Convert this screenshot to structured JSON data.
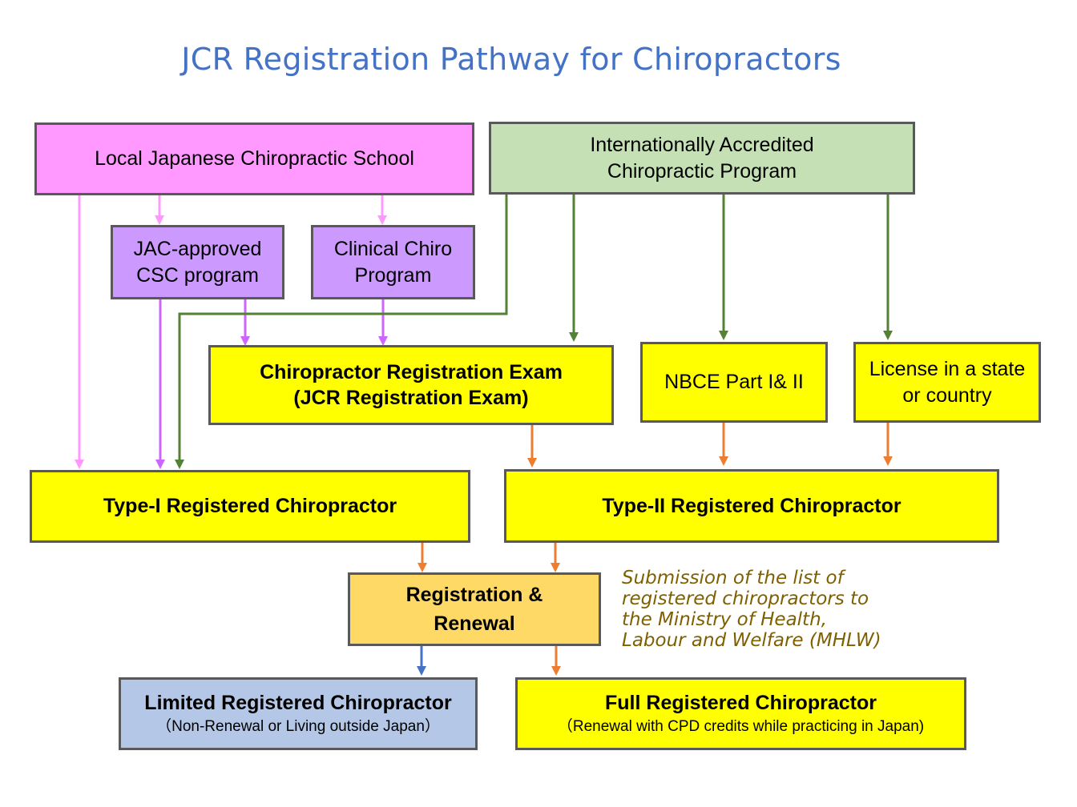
{
  "title": "JCR Registration Pathway for Chiropractors",
  "colors": {
    "title": "#4472C4",
    "pink_box": "#FF99FF",
    "purple_box": "#CC99FF",
    "green_box": "#C5E0B4",
    "yellow_box": "#FFFF00",
    "gold_box": "#FFD966",
    "blue_box": "#B4C7E7",
    "border": "#595959",
    "pink_arrow": "#FF99FF",
    "purple_arrow": "#CC66FF",
    "green_arrow": "#548235",
    "orange_arrow": "#ED7D31",
    "blue_arrow": "#4472C4",
    "note": "#7F6000"
  },
  "nodes": {
    "local_school": "Local Japanese Chiropractic School",
    "intl_program": "Internationally Accredited\nChiropractic Program",
    "jac_csc": "JAC-approved\nCSC program",
    "clinical_chiro": "Clinical Chiro\nProgram",
    "registration_exam": "Chiropractor Registration Exam\n(JCR Registration Exam)",
    "nbce": "NBCE Part I& II",
    "license": "License in a state\nor country",
    "type1": "Type-I Registered Chiropractor",
    "type2": "Type-II Registered Chiropractor",
    "registration_renewal": "Registration &\nRenewal",
    "limited": {
      "title": "Limited Registered Chiropractor",
      "subtitle": "（Non-Renewal or Living outside Japan）"
    },
    "full": {
      "title": "Full Registered Chiropractor",
      "subtitle": "（Renewal with CPD credits while practicing in Japan)"
    }
  },
  "note": "Submission of the list of\nregistered chiropractors to\nthe Ministry of Health,\nLabour and Welfare (MHLW)",
  "edges": [
    {
      "from": "local_school",
      "to": "type1",
      "color": "pink"
    },
    {
      "from": "local_school",
      "to": "jac_csc",
      "color": "pink"
    },
    {
      "from": "local_school",
      "to": "clinical_chiro",
      "color": "pink"
    },
    {
      "from": "jac_csc",
      "to": "type1",
      "color": "purple"
    },
    {
      "from": "jac_csc",
      "to": "registration_exam",
      "color": "purple"
    },
    {
      "from": "clinical_chiro",
      "to": "registration_exam",
      "color": "purple"
    },
    {
      "from": "intl_program",
      "to": "type1",
      "color": "green"
    },
    {
      "from": "intl_program",
      "to": "registration_exam",
      "color": "green"
    },
    {
      "from": "intl_program",
      "to": "nbce",
      "color": "green"
    },
    {
      "from": "intl_program",
      "to": "license",
      "color": "green"
    },
    {
      "from": "registration_exam",
      "to": "type2",
      "color": "orange"
    },
    {
      "from": "nbce",
      "to": "type2",
      "color": "orange"
    },
    {
      "from": "license",
      "to": "type2",
      "color": "orange"
    },
    {
      "from": "type1",
      "to": "registration_renewal",
      "color": "orange"
    },
    {
      "from": "type2",
      "to": "registration_renewal",
      "color": "orange"
    },
    {
      "from": "registration_renewal",
      "to": "limited",
      "color": "blue"
    },
    {
      "from": "registration_renewal",
      "to": "full",
      "color": "orange"
    }
  ]
}
